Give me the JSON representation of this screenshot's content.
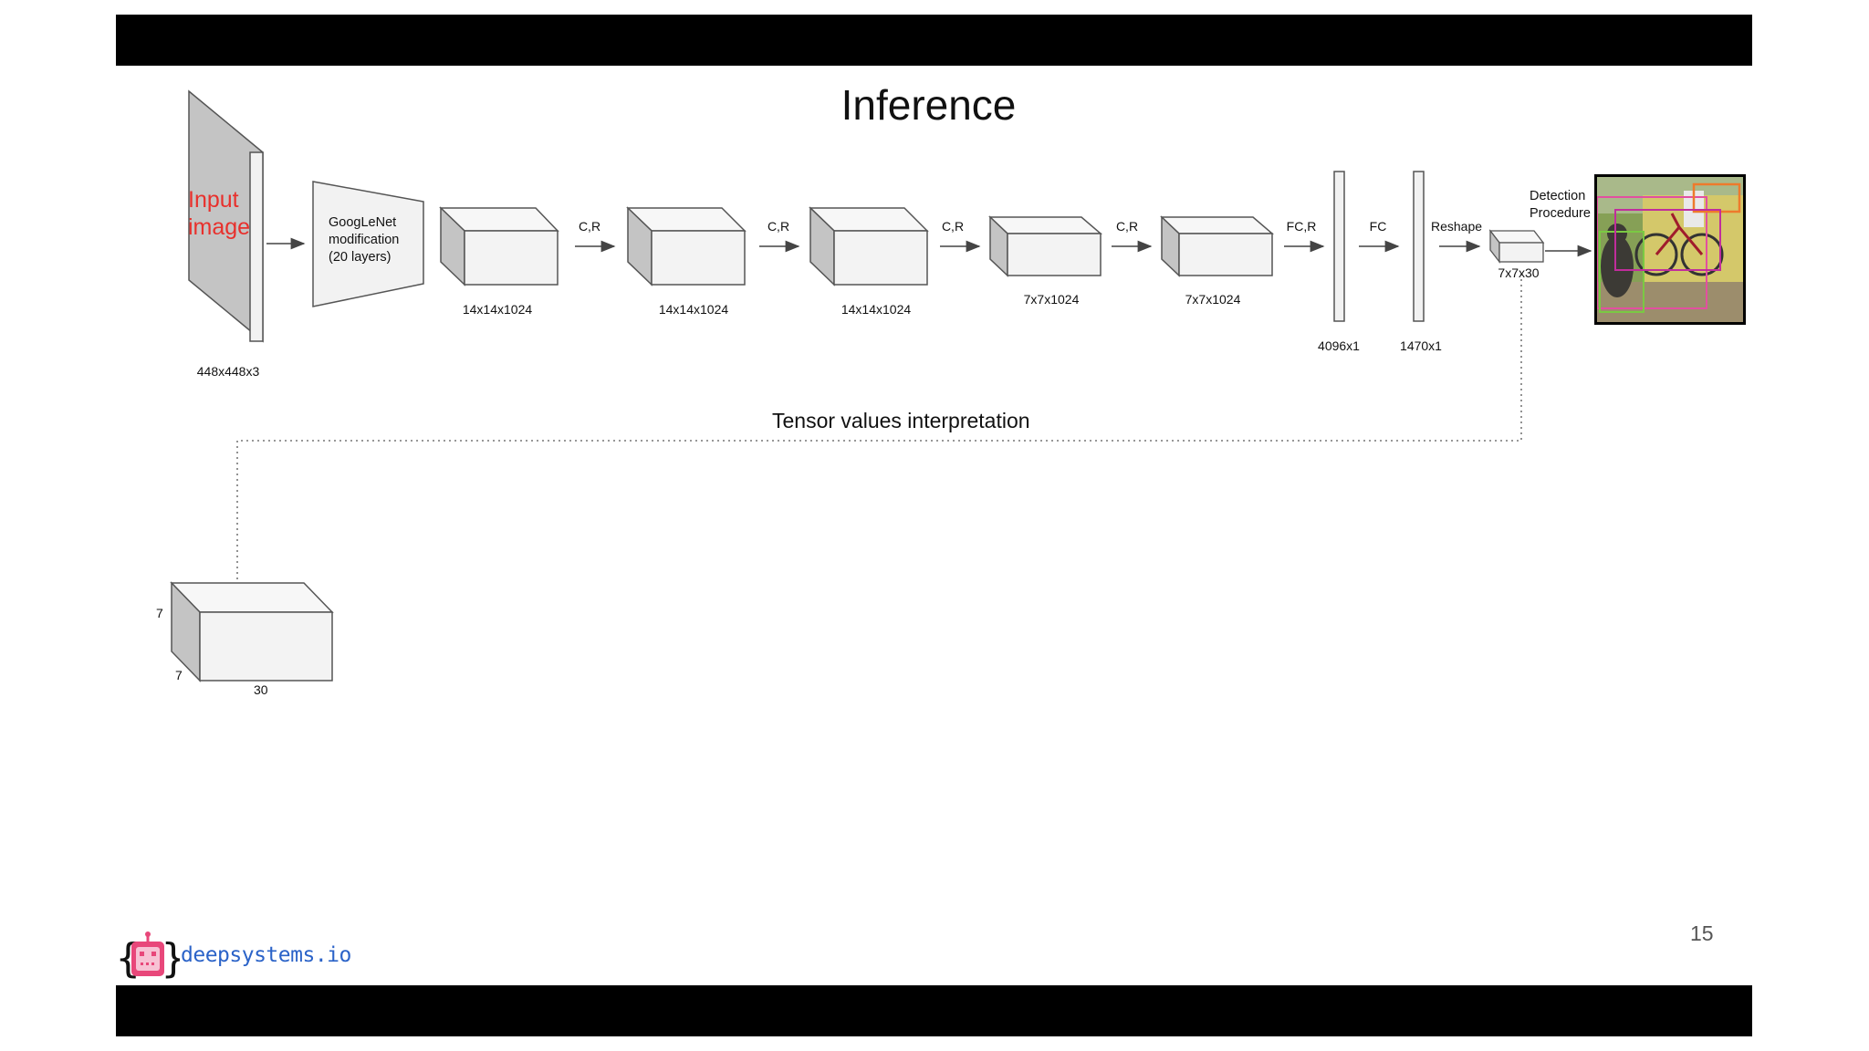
{
  "slide": {
    "title": "Inference",
    "subtitle": "Tensor values interpretation",
    "page_number": "15"
  },
  "pipeline": {
    "input": {
      "line1": "Input",
      "line2": "image",
      "dims": "448x448x3"
    },
    "googlenet": {
      "line1": "GoogLeNet",
      "line2": "modification",
      "line3": "(20 layers)"
    },
    "blocks": [
      {
        "dims": "14x14x1024"
      },
      {
        "dims": "14x14x1024"
      },
      {
        "dims": "14x14x1024"
      },
      {
        "dims": "7x7x1024"
      },
      {
        "dims": "7x7x1024"
      }
    ],
    "ops": [
      "C,R",
      "C,R",
      "C,R",
      "C,R",
      "FC,R",
      "FC",
      "Reshape"
    ],
    "fc_layers": [
      {
        "dims": "4096x1"
      },
      {
        "dims": "1470x1"
      }
    ],
    "output": {
      "dims": "7x7x30"
    },
    "detection": {
      "line1": "Detection",
      "line2": "Procedure"
    }
  },
  "tensor": {
    "height": "7",
    "width": "7",
    "depth": "30"
  },
  "logo": {
    "text": "deepsystems.io"
  },
  "colors": {
    "accent_red": "#e8302c",
    "logo_blue": "#2b63c8",
    "logo_pink": "#e8477a",
    "box_side": "#c4c4c4",
    "box_face": "#f3f3f3"
  }
}
